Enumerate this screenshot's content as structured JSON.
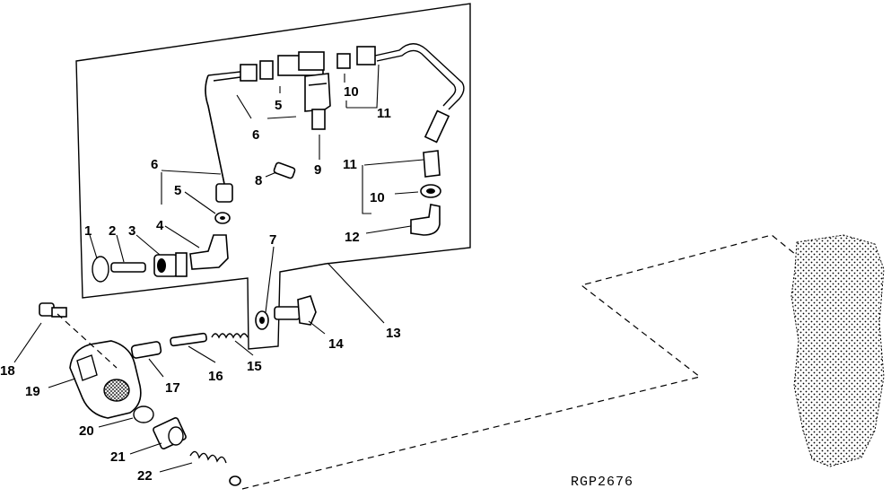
{
  "figure_ref": "RGP2676",
  "callouts": {
    "c1": "1",
    "c2": "2",
    "c3": "3",
    "c4": "4",
    "c5a": "5",
    "c5b": "5",
    "c6a": "6",
    "c6b": "6",
    "c7": "7",
    "c8": "8",
    "c9": "9",
    "c10a": "10",
    "c10b": "10",
    "c11a": "11",
    "c11b": "11",
    "c12": "12",
    "c13": "13",
    "c14": "14",
    "c15": "15",
    "c16": "16",
    "c17": "17",
    "c18": "18",
    "c19": "19",
    "c20": "20",
    "c21": "21",
    "c22": "22"
  }
}
